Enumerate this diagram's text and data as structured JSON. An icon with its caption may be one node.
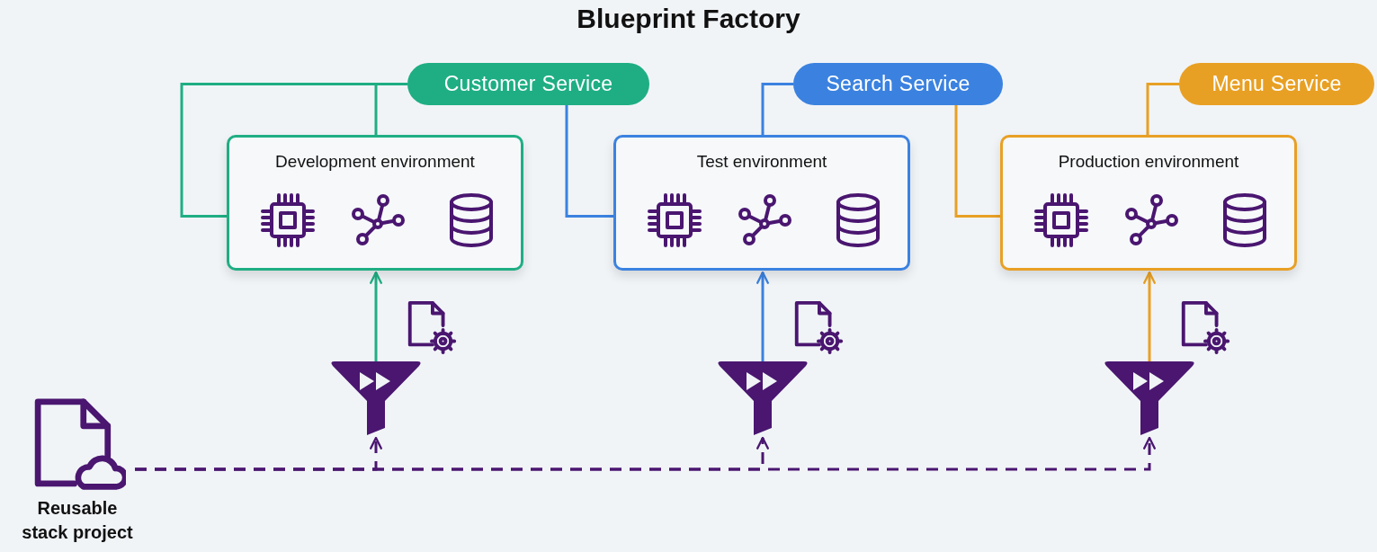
{
  "diagram": {
    "title": "Blueprint Factory",
    "nodes": [
      {
        "text": [
          "Customer Service"
        ]
      },
      {
        "text": [
          "Search Service"
        ]
      },
      {
        "text": [
          "Menu Service"
        ]
      },
      {
        "text": [
          "Development environment"
        ]
      },
      {
        "text": [
          "Test environment"
        ]
      },
      {
        "text": [
          "Production environment"
        ]
      },
      {
        "text": [],
        "shape": "funnel"
      },
      {
        "text": [],
        "shape": "funnel"
      },
      {
        "text": [],
        "shape": "funnel"
      },
      {
        "text": [
          "Reusable stack project"
        ]
      }
    ],
    "edges": [
      {
        "from": 0,
        "to": 3,
        "arrow": "none",
        "color": "#1fae84"
      },
      {
        "from": 0,
        "to": 3,
        "arrow": "none",
        "color": "#1fae84"
      },
      {
        "from": 0,
        "to": 4,
        "arrow": "none",
        "color": "#3b82e0"
      },
      {
        "from": 1,
        "to": 4,
        "arrow": "none",
        "color": "#3b82e0"
      },
      {
        "from": 1,
        "to": 5,
        "arrow": "none",
        "color": "#e8a024"
      },
      {
        "from": 2,
        "to": 5,
        "arrow": "none",
        "color": "#e8a024"
      },
      {
        "from": 6,
        "to": 3,
        "arrow": "to",
        "color": "#1fae84"
      },
      {
        "from": 7,
        "to": 4,
        "arrow": "to",
        "color": "#3b82e0"
      },
      {
        "from": 8,
        "to": 5,
        "arrow": "to",
        "color": "#e8a024"
      },
      {
        "from": 9,
        "to": 6,
        "arrow": "to",
        "style": "dashed",
        "color": "#4a1670"
      },
      {
        "from": 9,
        "to": 7,
        "arrow": "to",
        "style": "dashed",
        "color": "#4a1670"
      },
      {
        "from": 9,
        "to": 8,
        "arrow": "to",
        "style": "dashed",
        "color": "#4a1670"
      }
    ]
  }
}
